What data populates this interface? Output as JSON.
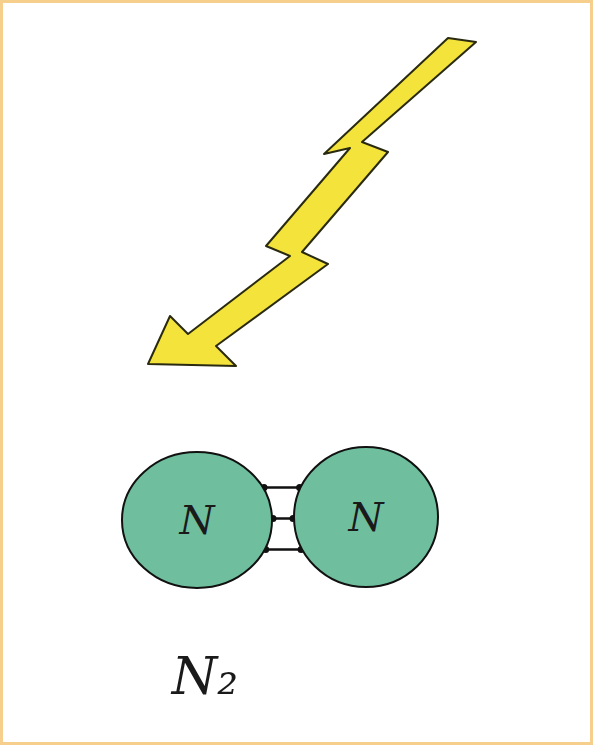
{
  "diagram": {
    "nodes": [
      {
        "text": [
          "N"
        ]
      },
      {
        "text": [
          "N"
        ]
      }
    ],
    "edges": [
      {
        "from": 0,
        "to": 1,
        "arrow": "none"
      }
    ],
    "labels": [
      "N₂"
    ]
  }
}
